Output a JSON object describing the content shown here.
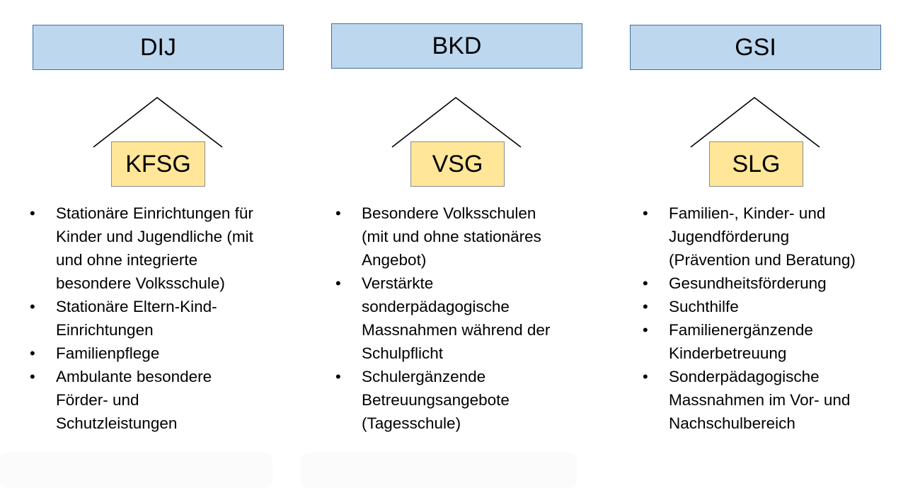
{
  "columns": [
    {
      "department": "DIJ",
      "law": "KFSG",
      "items": [
        [
          "Stationäre Einrichtungen für",
          "Kinder und Jugendliche (mit",
          "und ohne integrierte",
          "besondere Volksschule)"
        ],
        [
          "Stationäre Eltern-Kind-",
          "Einrichtungen"
        ],
        [
          "Familienpflege"
        ],
        [
          "Ambulante besondere",
          "Förder- und",
          "Schutzleistungen"
        ]
      ]
    },
    {
      "department": "BKD",
      "law": "VSG",
      "items": [
        [
          "Besondere Volksschulen",
          "(mit und ohne stationäres",
          "Angebot)"
        ],
        [
          "Verstärkte",
          "sonderpädagogische",
          "Massnahmen während der",
          "Schulpflicht"
        ],
        [
          "Schulergänzende",
          "Betreuungsangebote",
          "(Tagesschule)"
        ]
      ]
    },
    {
      "department": "GSI",
      "law": "SLG",
      "items": [
        [
          "Familien-, Kinder- und",
          "Jugendförderung",
          "(Prävention und Beratung)"
        ],
        [
          "Gesundheitsförderung"
        ],
        [
          "Suchthilfe"
        ],
        [
          "Familienergänzende",
          "Kinderbetreuung"
        ],
        [
          "Sonderpädagogische",
          "Massnahmen im Vor- und",
          "Nachschulbereich"
        ]
      ]
    }
  ],
  "colors": {
    "department_fill": "#bdd7ee",
    "department_border": "#41719c",
    "law_fill": "#ffe699",
    "roof_line": "#000000"
  }
}
